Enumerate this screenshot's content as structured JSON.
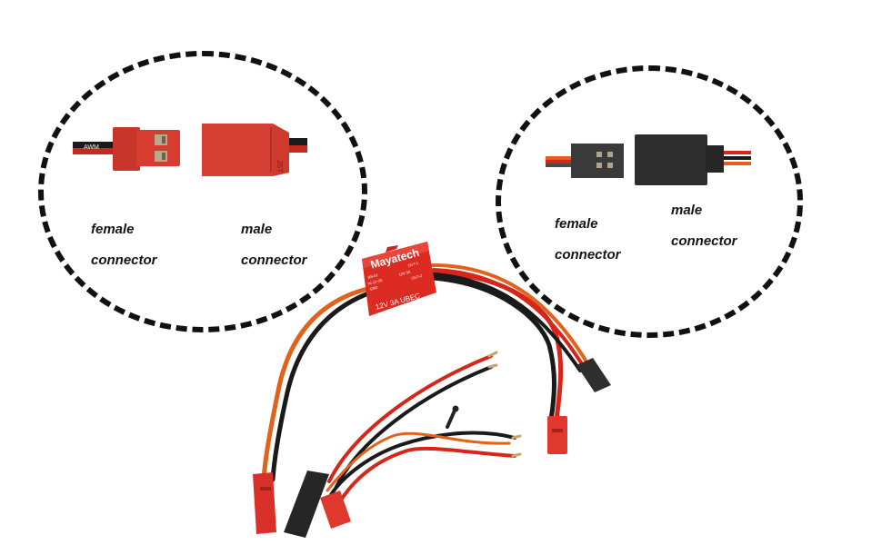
{
  "callouts": {
    "jst": {
      "female_line1": "female",
      "female_line2": "connector",
      "male_line1": "male",
      "male_line2": "connector",
      "plug_marking": "JST",
      "wire_marking": "AWM"
    },
    "servo": {
      "female_line1": "female",
      "female_line2": "connector",
      "male_line1": "male",
      "male_line2": "connector"
    }
  },
  "device": {
    "brand": "Mayatech",
    "model": "12V 3A UBEC",
    "pin_label_in": "IN 12~28",
    "pin_label_in_gnd": "GND",
    "pin_label_out1": "OUT-1",
    "pin_label_out2": "OUT-2",
    "pin_label_out_spec": "12V 3A",
    "pin_label_code": "BS-01"
  },
  "colors": {
    "ring": "#111111",
    "connector_red": "#d9302a",
    "wire_red": "#d6261a",
    "wire_orange": "#e2621d",
    "wire_black": "#1a1a1a",
    "servo_plug": "#2e2e2e"
  }
}
